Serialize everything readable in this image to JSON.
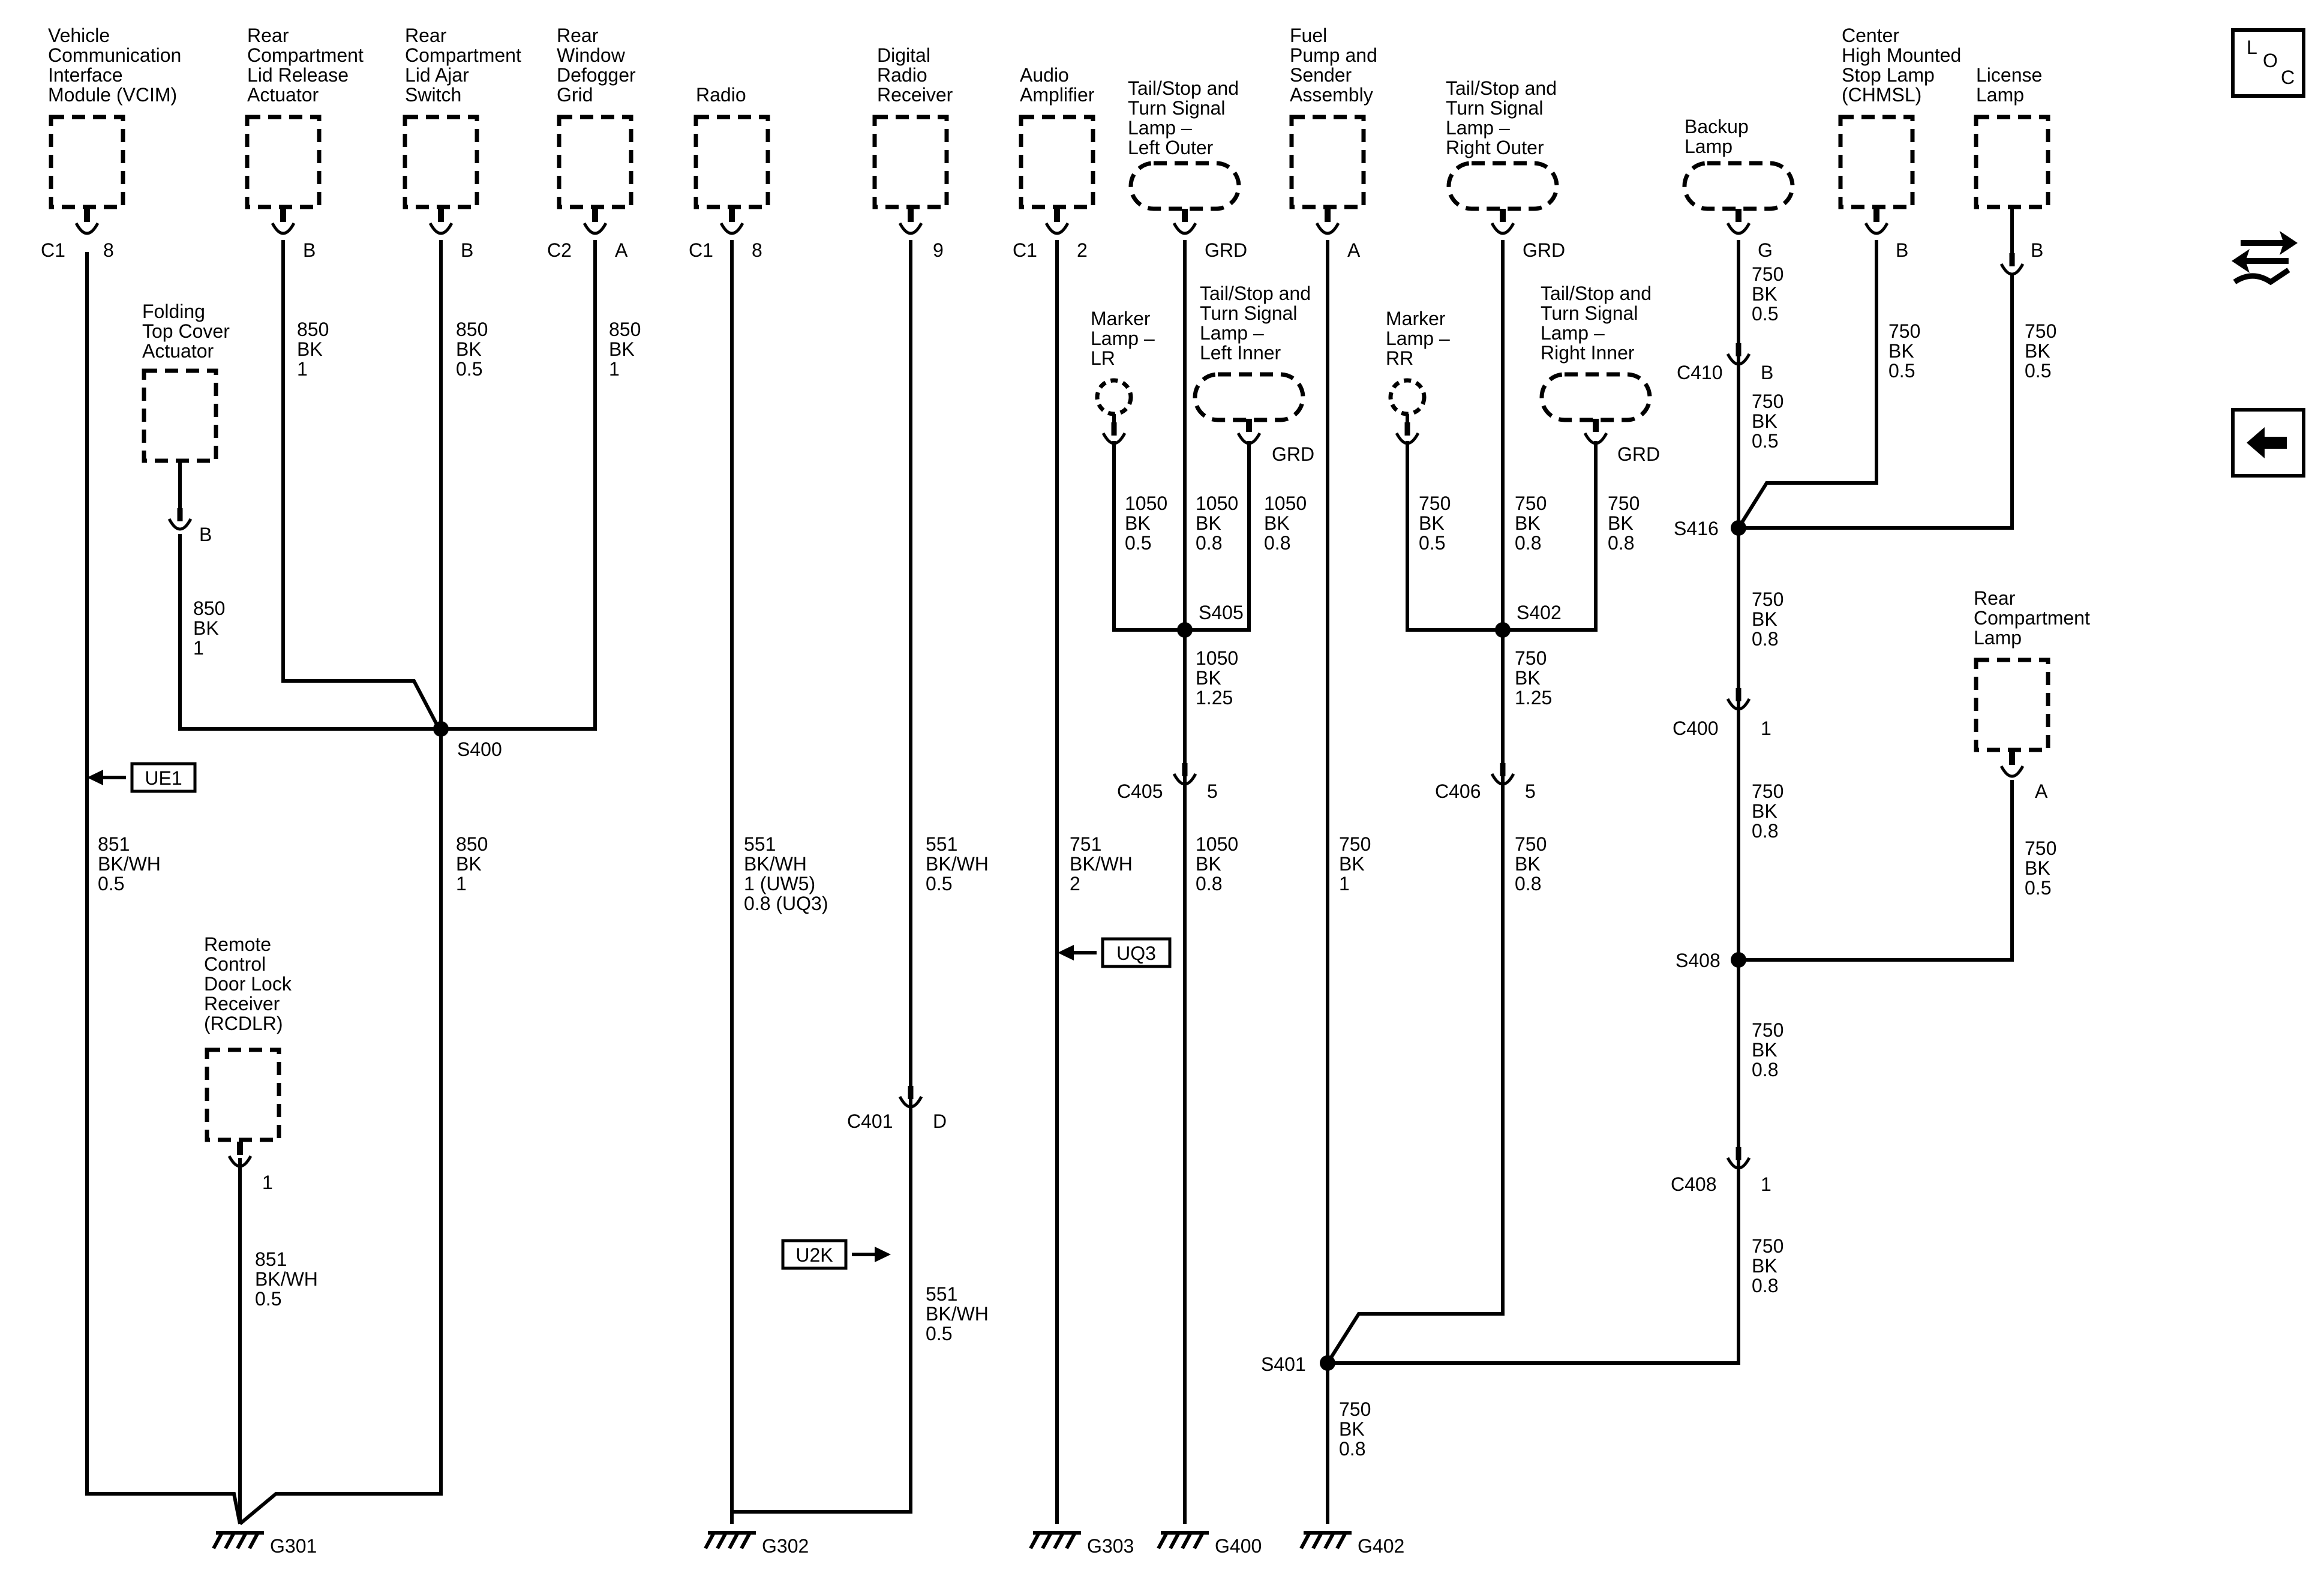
{
  "components": {
    "vcim": [
      "Vehicle",
      "Communication",
      "Interface",
      "Module (VCIM)"
    ],
    "rear_lid_actuator": [
      "Rear",
      "Compartment",
      "Lid Release",
      "Actuator"
    ],
    "rear_lid_ajar": [
      "Rear",
      "Compartment",
      "Lid Ajar",
      "Switch"
    ],
    "defogger": [
      "Rear",
      "Window",
      "Defogger",
      "Grid"
    ],
    "radio": [
      "Radio"
    ],
    "digital_radio": [
      "Digital",
      "Radio",
      "Receiver"
    ],
    "audio_amp": [
      "Audio",
      "Amplifier"
    ],
    "tail_left_outer": [
      "Tail/Stop and",
      "Turn Signal",
      "Lamp –",
      "Left Outer"
    ],
    "fuel_pump": [
      "Fuel",
      "Pump and",
      "Sender",
      "Assembly"
    ],
    "tail_right_outer": [
      "Tail/Stop and",
      "Turn Signal",
      "Lamp –",
      "Right Outer"
    ],
    "backup_lamp": [
      "Backup",
      "Lamp"
    ],
    "chmsl": [
      "Center",
      "High Mounted",
      "Stop Lamp",
      "(CHMSL)"
    ],
    "license_lamp": [
      "License",
      "Lamp"
    ],
    "folding_top": [
      "Folding",
      "Top Cover",
      "Actuator"
    ],
    "marker_lr": [
      "Marker",
      "Lamp –",
      "LR"
    ],
    "tail_left_inner": [
      "Tail/Stop and",
      "Turn Signal",
      "Lamp –",
      "Left Inner"
    ],
    "marker_rr": [
      "Marker",
      "Lamp –",
      "RR"
    ],
    "tail_right_inner": [
      "Tail/Stop and",
      "Turn Signal",
      "Lamp –",
      "Right Inner"
    ],
    "rear_comp_lamp": [
      "Rear",
      "Compartment",
      "Lamp"
    ],
    "rcdlr": [
      "Remote",
      "Control",
      "Door Lock",
      "Receiver",
      "(RCDLR)"
    ]
  },
  "connectors": {
    "vcim_c": "C1",
    "vcim_p": "8",
    "lid_act_p": "B",
    "lid_ajar_p": "B",
    "defog_c": "C2",
    "defog_p": "A",
    "radio_c": "C1",
    "radio_p": "8",
    "drr_p": "9",
    "amp_c": "C1",
    "amp_p": "2",
    "tlo_p": "GRD",
    "fuel_p": "A",
    "tro_p": "GRD",
    "backup_p": "G",
    "chmsl_p": "B",
    "license_p": "B",
    "folding_p": "B",
    "tli_p": "GRD",
    "tri_p": "GRD",
    "rcl_p": "A",
    "rcdlr_p": "1",
    "c410": "C410",
    "c410_p": "B",
    "c400": "C400",
    "c400_p": "1",
    "c405": "C405",
    "c405_p": "5",
    "c406": "C406",
    "c406_p": "5",
    "c401": "C401",
    "c401_p": "D",
    "c408": "C408",
    "c408_p": "1"
  },
  "wires": {
    "w_lid_act": [
      "850",
      "BK",
      "1"
    ],
    "w_lid_ajar": [
      "850",
      "BK",
      "0.5"
    ],
    "w_defog": [
      "850",
      "BK",
      "1"
    ],
    "w_folding": [
      "850",
      "BK",
      "1"
    ],
    "w_s400": [
      "850",
      "BK",
      "1"
    ],
    "w_vcim": [
      "851",
      "BK/WH",
      "0.5"
    ],
    "w_rcdlr": [
      "851",
      "BK/WH",
      "0.5"
    ],
    "w_radio": [
      "551",
      "BK/WH",
      "1 (UW5)",
      "0.8 (UQ3)"
    ],
    "w_drr": [
      "551",
      "BK/WH",
      "0.5"
    ],
    "w_drr2": [
      "551",
      "BK/WH",
      "0.5"
    ],
    "w_amp": [
      "751",
      "BK/WH",
      "2"
    ],
    "w_mlr": [
      "1050",
      "BK",
      "0.5"
    ],
    "w_tlo": [
      "1050",
      "BK",
      "0.8"
    ],
    "w_tli": [
      "1050",
      "BK",
      "0.8"
    ],
    "w_s405": [
      "1050",
      "BK",
      "1.25"
    ],
    "w_c405": [
      "1050",
      "BK",
      "0.8"
    ],
    "w_fuel": [
      "750",
      "BK",
      "1"
    ],
    "w_mrr": [
      "750",
      "BK",
      "0.5"
    ],
    "w_tro": [
      "750",
      "BK",
      "0.8"
    ],
    "w_tri": [
      "750",
      "BK",
      "0.8"
    ],
    "w_s402": [
      "750",
      "BK",
      "1.25"
    ],
    "w_c406": [
      "750",
      "BK",
      "0.8"
    ],
    "w_backup": [
      "750",
      "BK",
      "0.5"
    ],
    "w_c410": [
      "750",
      "BK",
      "0.5"
    ],
    "w_chmsl": [
      "750",
      "BK",
      "0.5"
    ],
    "w_license": [
      "750",
      "BK",
      "0.5"
    ],
    "w_s416": [
      "750",
      "BK",
      "0.8"
    ],
    "w_c400": [
      "750",
      "BK",
      "0.8"
    ],
    "w_rcl": [
      "750",
      "BK",
      "0.5"
    ],
    "w_s408": [
      "750",
      "BK",
      "0.8"
    ],
    "w_c408": [
      "750",
      "BK",
      "0.8"
    ],
    "w_s401": [
      "750",
      "BK",
      "0.8"
    ]
  },
  "splices": {
    "s400": "S400",
    "s405": "S405",
    "s402": "S402",
    "s416": "S416",
    "s408": "S408",
    "s401": "S401"
  },
  "grounds": {
    "g301": "G301",
    "g302": "G302",
    "g303": "G303",
    "g400": "G400",
    "g402": "G402"
  },
  "options": {
    "ue1": "UE1",
    "uq3": "UQ3",
    "u2k": "U2K"
  },
  "toolbar": {
    "loc": [
      "L",
      "O",
      "C"
    ],
    "icons": [
      "connector-end-view-icon",
      "back-arrow-icon"
    ]
  }
}
